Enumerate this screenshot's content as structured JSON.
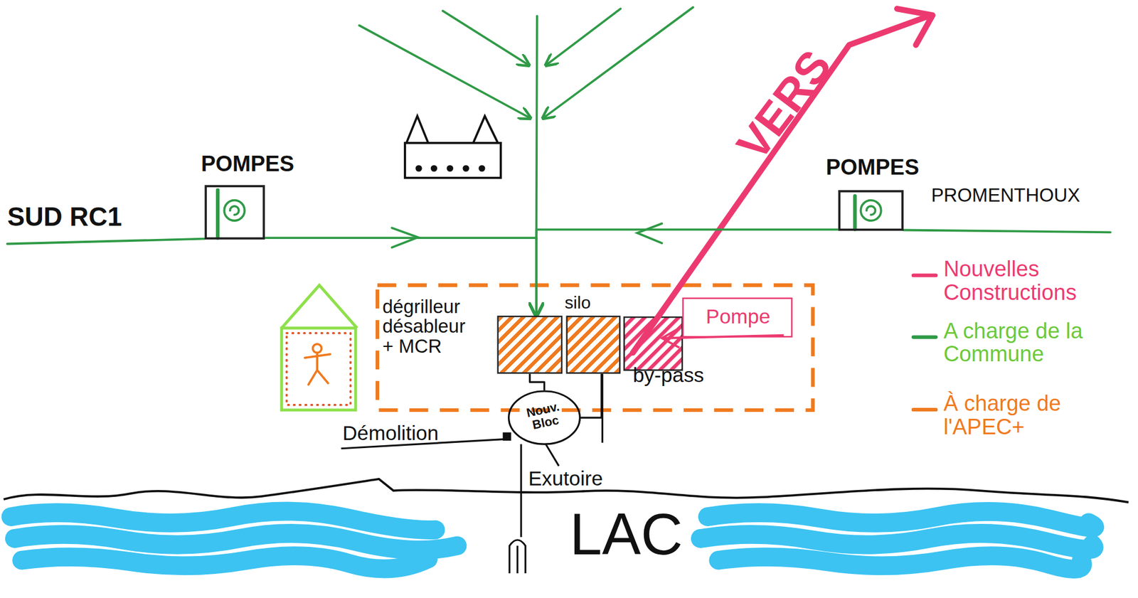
{
  "diagram": {
    "nodes": [
      {
        "text": [
          "POMPES"
        ]
      },
      {
        "text": [
          "POMPES"
        ]
      },
      {
        "text": [
          "dégrilleur désableur + MCR"
        ]
      },
      {
        "text": [
          "silo"
        ]
      },
      {
        "text": [
          "Pompe"
        ]
      },
      {
        "text": [
          "Nouv. Bloc"
        ]
      }
    ],
    "edges": [
      {
        "from": 0,
        "to": 2,
        "arrow": "to"
      },
      {
        "from": 1,
        "to": 2,
        "arrow": "to"
      },
      {
        "from": 2,
        "to": 5,
        "arrow": "none"
      },
      {
        "from": 3,
        "to": 5,
        "arrow": "none"
      }
    ],
    "labels": [
      "SUD RC1",
      "PROMENTHOUX",
      "VERS",
      "by-pass",
      "Démolition",
      "Exutoire",
      "LAC"
    ],
    "legend": [
      {
        "text": "Nouvelles Constructions",
        "color": "#ec3a70"
      },
      {
        "text": "A charge de la Commune",
        "color": "#2f9a46"
      },
      {
        "text": "À charge de l'APEC+",
        "color": "#f07a1e"
      }
    ]
  }
}
